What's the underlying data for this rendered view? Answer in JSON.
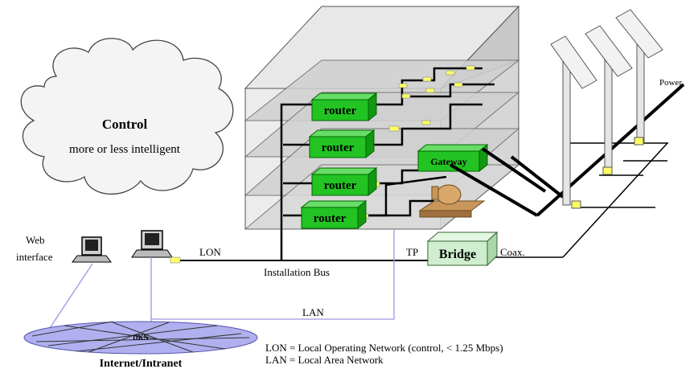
{
  "cloud": {
    "title": "Control",
    "subtitle": "more or less intelligent"
  },
  "web_interface": {
    "line1": "Web",
    "line2": "interface"
  },
  "routers": [
    "router",
    "router",
    "router",
    "router"
  ],
  "gateway": "Gateway",
  "bridge": "Bridge",
  "power": "Power",
  "labels": {
    "lon": "LON",
    "tp": "TP",
    "coax": "Coax.",
    "installation_bus": "Installation Bus",
    "lan": "LAN",
    "dkn": "DKN",
    "internet": "Internet/Intranet"
  },
  "legend": {
    "lon_def": "LON = Local Operating Network (control, < 1.25 Mbps)",
    "lan_def": "LAN = Local Area Network"
  },
  "colors": {
    "router_green": "#22c322",
    "bridge_green": "#cfeecf",
    "lan_line": "#9999dd",
    "network_ellipse": "#b0b0f0",
    "building_wall": "#d6d6d6",
    "socket_yellow": "#ffff66"
  }
}
